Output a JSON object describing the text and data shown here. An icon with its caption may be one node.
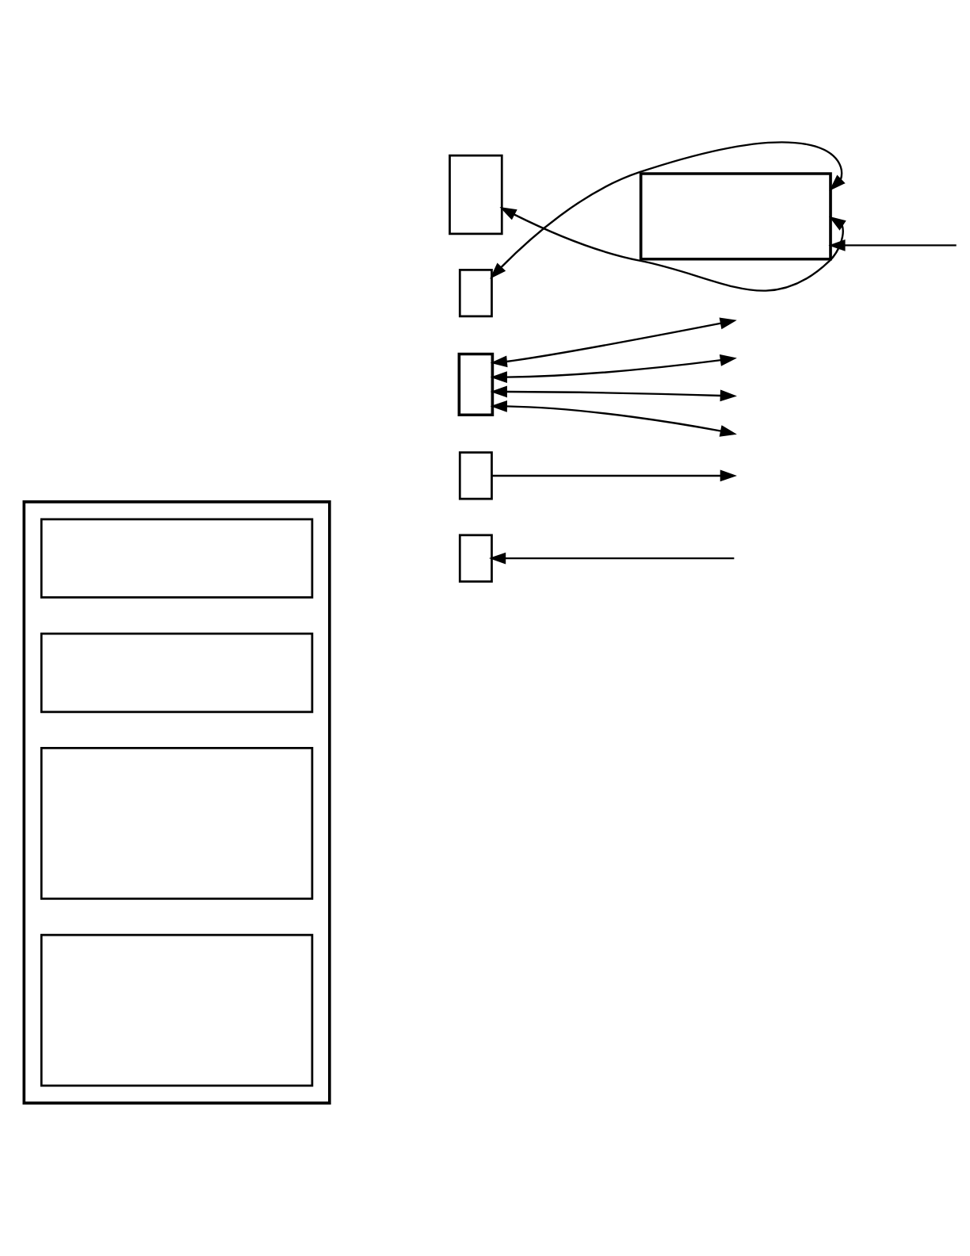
{
  "diagram": {
    "nodes": [
      {
        "text": [],
        "shape": "box"
      },
      {
        "text": [],
        "shape": "box",
        "in": 0
      },
      {
        "text": [],
        "shape": "box",
        "in": 0
      },
      {
        "text": [],
        "shape": "box",
        "in": 0
      },
      {
        "text": [],
        "shape": "box",
        "in": 0
      },
      {
        "text": [],
        "shape": "box"
      },
      {
        "text": [],
        "shape": "box"
      },
      {
        "text": [],
        "shape": "box"
      },
      {
        "text": [],
        "shape": "box"
      },
      {
        "text": [],
        "shape": "box"
      },
      {
        "text": [],
        "shape": "box"
      }
    ],
    "edges": [
      {
        "from": null,
        "to": 5,
        "arrow": "to"
      },
      {
        "from": 6,
        "to": null,
        "arrow": "to"
      },
      {
        "from": 7,
        "to": null,
        "arrow": "both"
      },
      {
        "from": 7,
        "to": null,
        "arrow": "both"
      },
      {
        "from": 7,
        "to": null,
        "arrow": "both"
      },
      {
        "from": 7,
        "to": null,
        "arrow": "both"
      },
      {
        "from": 8,
        "to": 10,
        "arrow": "both"
      },
      {
        "from": 9,
        "to": 10,
        "arrow": "both"
      },
      {
        "from": null,
        "to": 10,
        "arrow": "to"
      }
    ]
  }
}
